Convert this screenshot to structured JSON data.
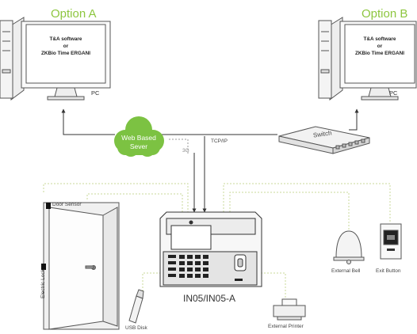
{
  "option_a": {
    "title": "Option A",
    "screen_line1": "T&A software",
    "screen_line2": "or",
    "screen_line3": "ZKBio Time ERGANI",
    "pc_label": "PC"
  },
  "option_b": {
    "title": "Option B",
    "screen_line1": "T&A software",
    "screen_line2": "or",
    "screen_line3": "ZKBio Time ERGANI",
    "pc_label": "PC"
  },
  "cloud": {
    "line1": "Web Based",
    "line2": "Sever"
  },
  "links": {
    "three_g": "3G",
    "tcpip": "TCP/IP"
  },
  "switch_label": "Switch",
  "door_sensor": "Door Sensor",
  "electric_lock": "Electric Lock",
  "device_model": "IN05/IN05-A",
  "external_bell": "External Bell",
  "exit_button": "Exit Button",
  "usb_disk": "USB Disk",
  "external_printer": "External Printer",
  "colors": {
    "accent_green": "#8dc63f",
    "cloud_green": "#7cc242",
    "wire_dotted": "#c8d89a",
    "line_dark": "#333333"
  }
}
